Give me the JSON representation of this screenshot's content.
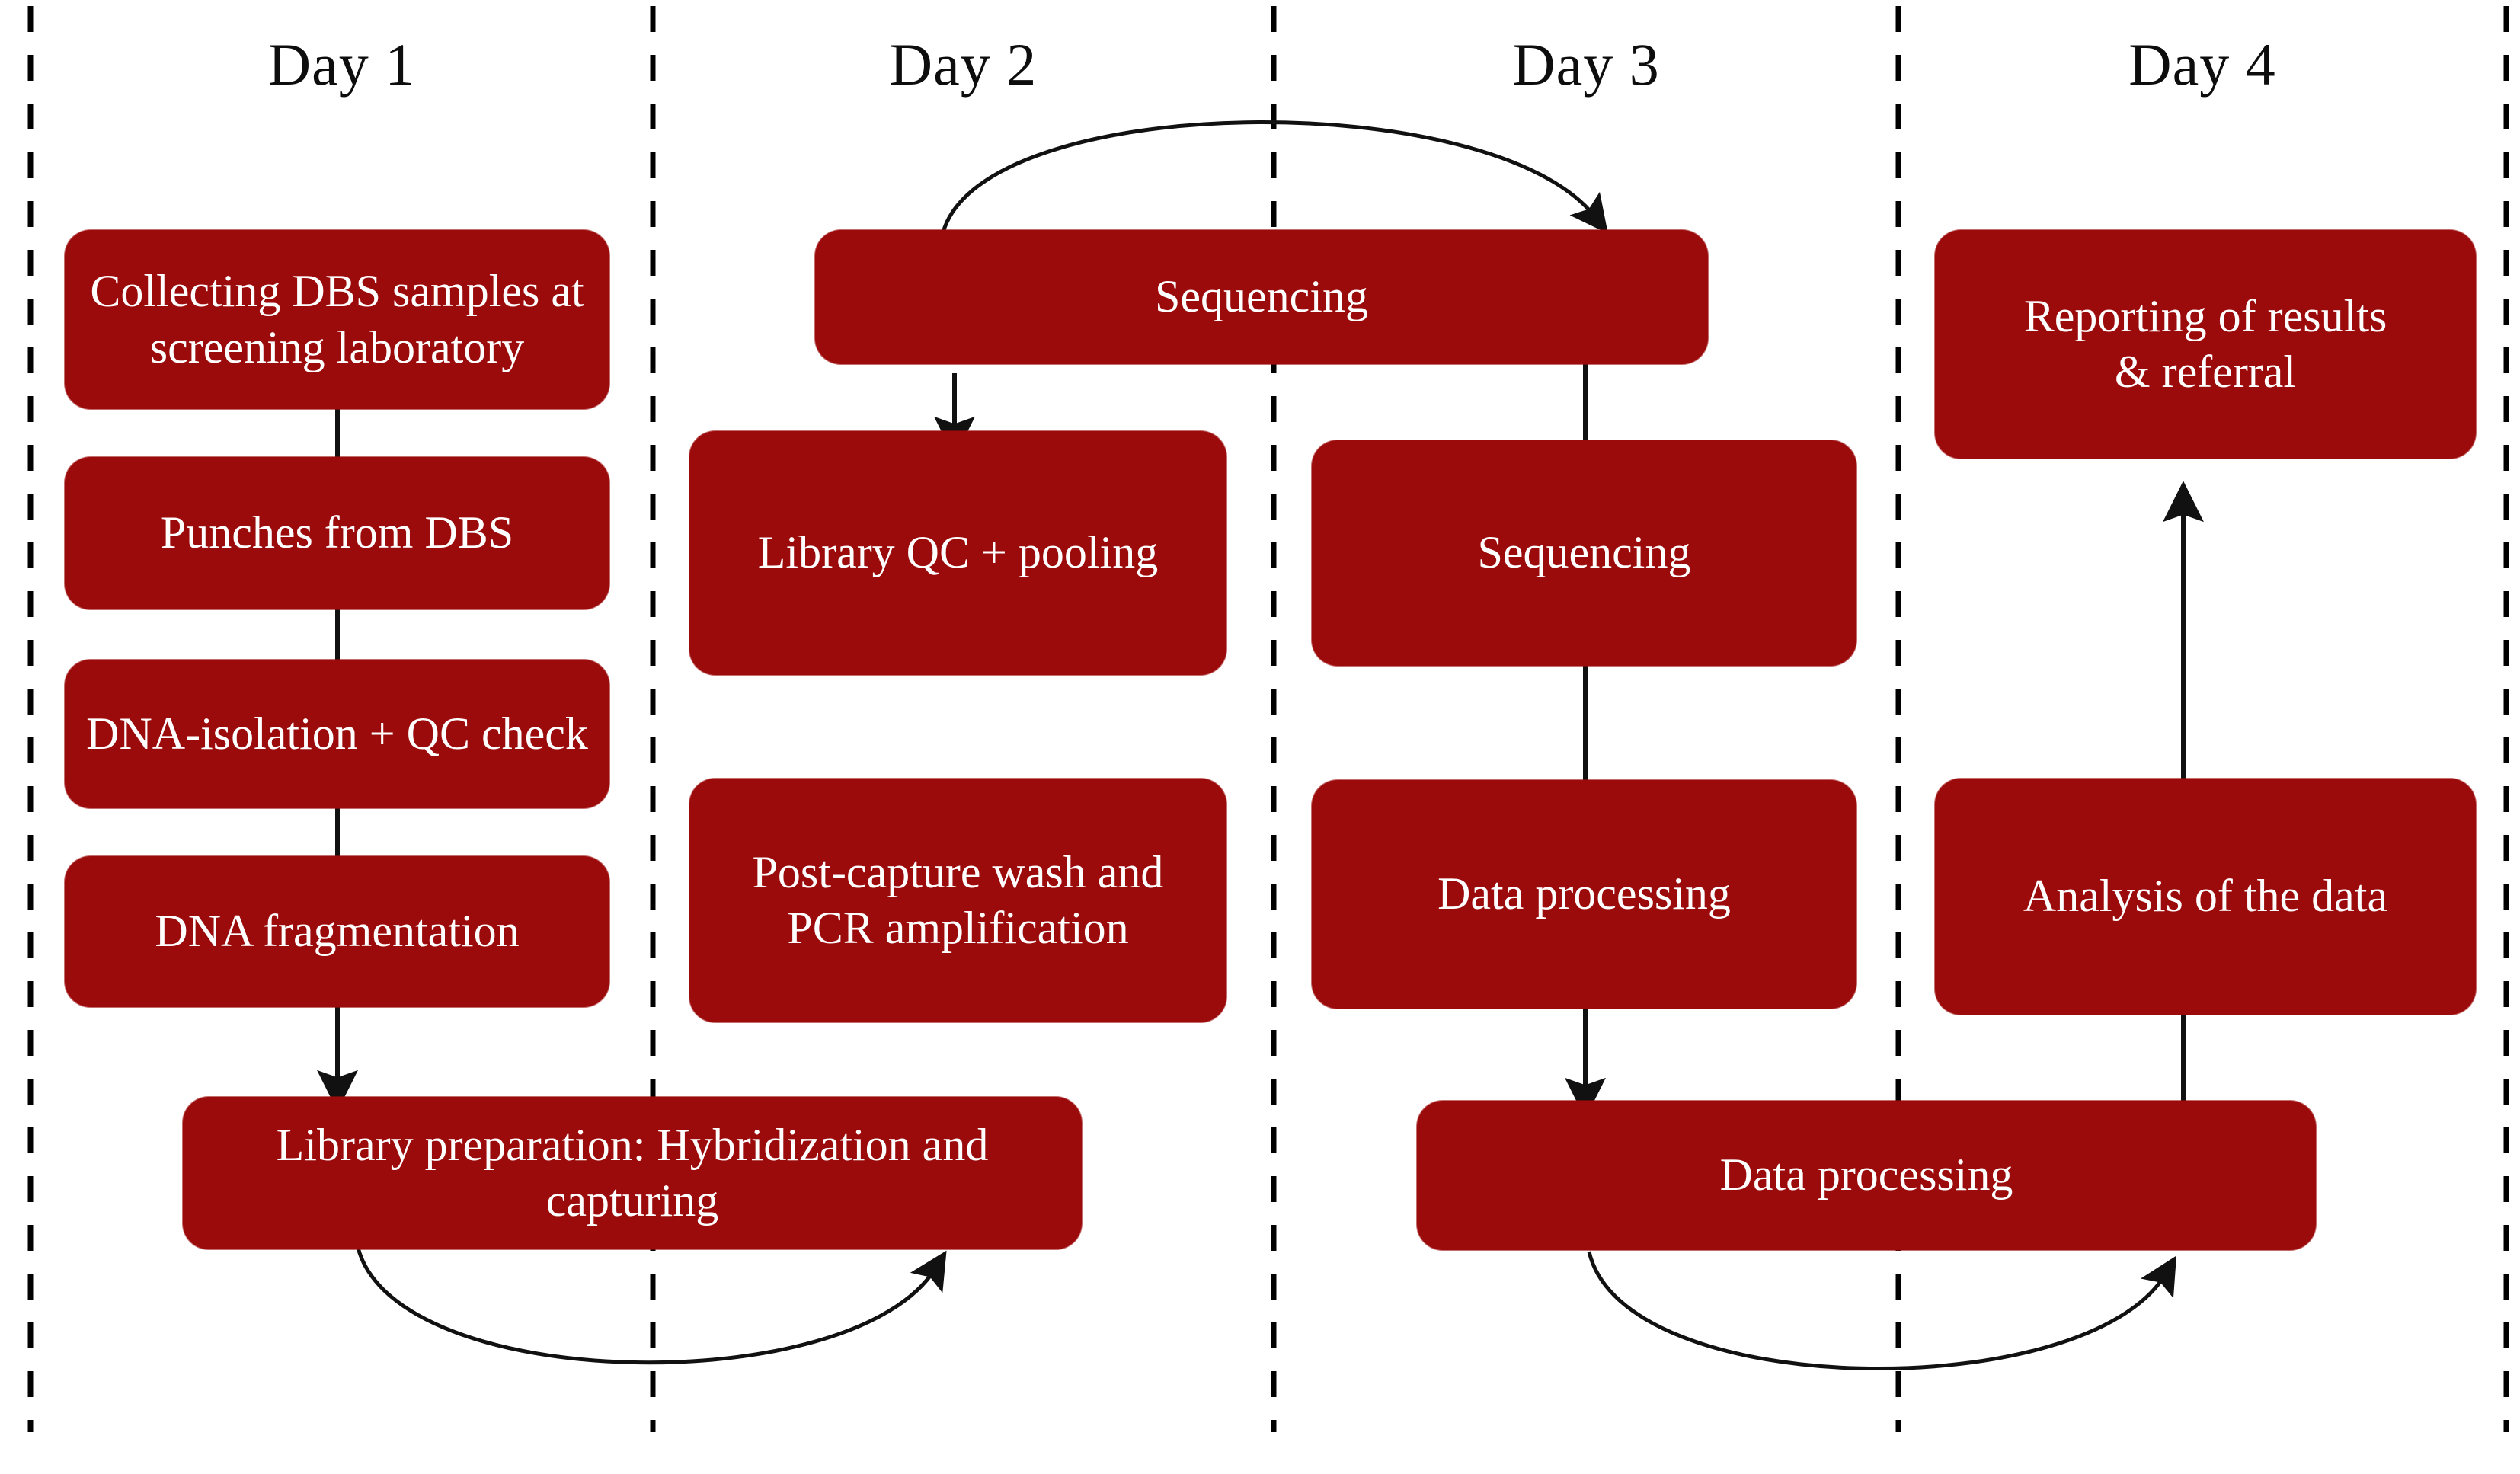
{
  "diagram": {
    "title": "Four-day newborn screening sequencing workflow timeline",
    "accent_color": "#9c0b0b",
    "text_color": "#ffffff",
    "line_color": "#111111",
    "background": "#ffffff"
  },
  "columns": [
    {
      "id": "day1",
      "label": "Day 1"
    },
    {
      "id": "day2",
      "label": "Day 2"
    },
    {
      "id": "day3",
      "label": "Day 3"
    },
    {
      "id": "day4",
      "label": "Day 4"
    }
  ],
  "nodes": {
    "collecting_dbs": "Collecting DBS samples at screening laboratory",
    "punches": "Punches from DBS",
    "dna_isolation": "DNA-isolation + QC check",
    "dna_fragmentation": "DNA fragmentation",
    "library_prep": "Library preparation: Hybridization and capturing",
    "post_capture": "Post-capture wash and PCR amplification",
    "library_qc": "Library QC + pooling",
    "sequencing_top": "Sequencing",
    "sequencing_day3": "Sequencing",
    "data_processing_day3": "Data processing",
    "data_processing_bottom": "Data processing",
    "analysis": "Analysis of the data",
    "reporting": "Reporting of results & referral"
  },
  "node_lines": {
    "collecting_dbs_1": "Collecting DBS samples at",
    "collecting_dbs_2": "screening laboratory",
    "library_prep_1": "Library preparation: Hybridization and",
    "library_prep_2": "capturing",
    "post_capture_1": "Post-capture wash and",
    "post_capture_2": "PCR amplification",
    "reporting_1": "Reporting of results",
    "reporting_2": "& referral"
  }
}
